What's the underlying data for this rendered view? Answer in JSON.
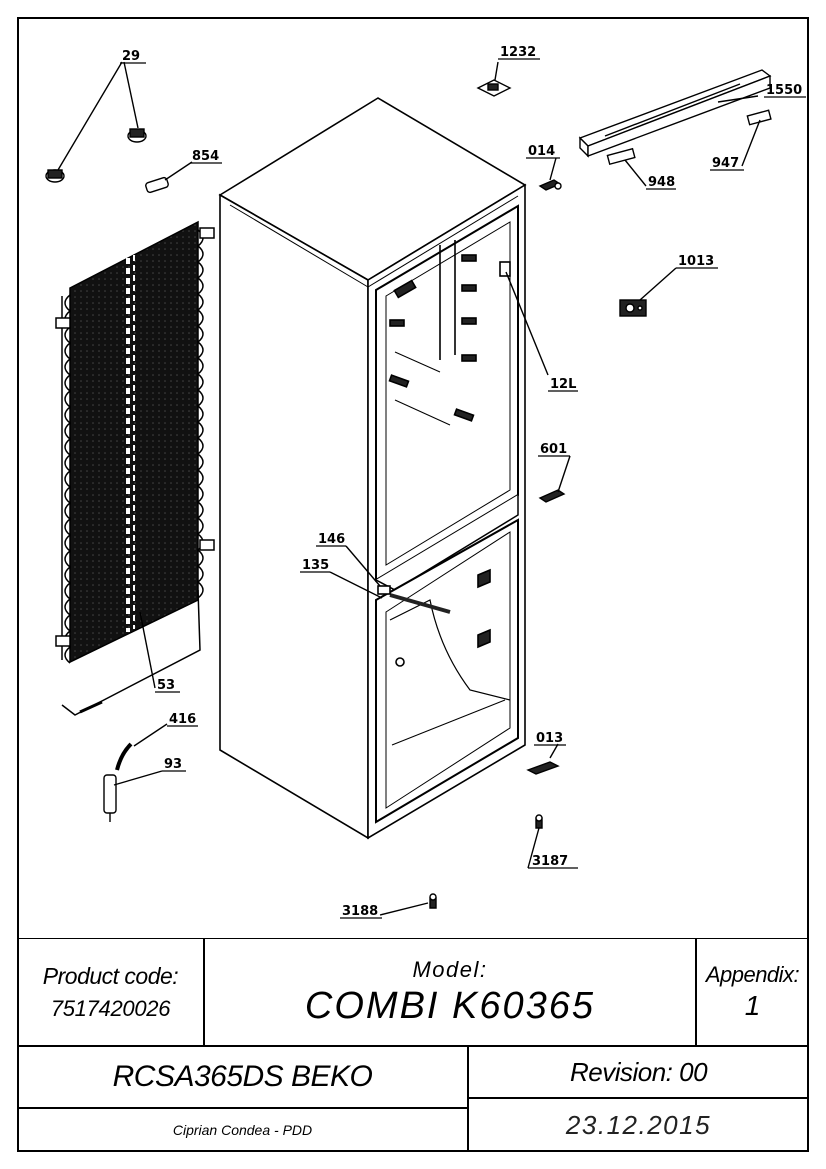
{
  "parts": {
    "p29": "29",
    "p854": "854",
    "p1232": "1232",
    "p1550": "1550",
    "p014": "014",
    "p948": "948",
    "p947": "947",
    "p1013": "1013",
    "p12L": "12L",
    "p601": "601",
    "p146": "146",
    "p135": "135",
    "p53": "53",
    "p416": "416",
    "p93": "93",
    "p013": "013",
    "p3187": "3187",
    "p3188": "3188"
  },
  "title_block": {
    "product_code_label": "Product code:",
    "product_code": "7517420026",
    "model_label": "Model:",
    "model": "COMBI K60365",
    "appendix_label": "Appendix:",
    "appendix": "1",
    "product_name": "RCSA365DS BEKO",
    "revision": "Revision: 00",
    "author": "Ciprian Condea - PDD",
    "date": "23.12.2015"
  }
}
